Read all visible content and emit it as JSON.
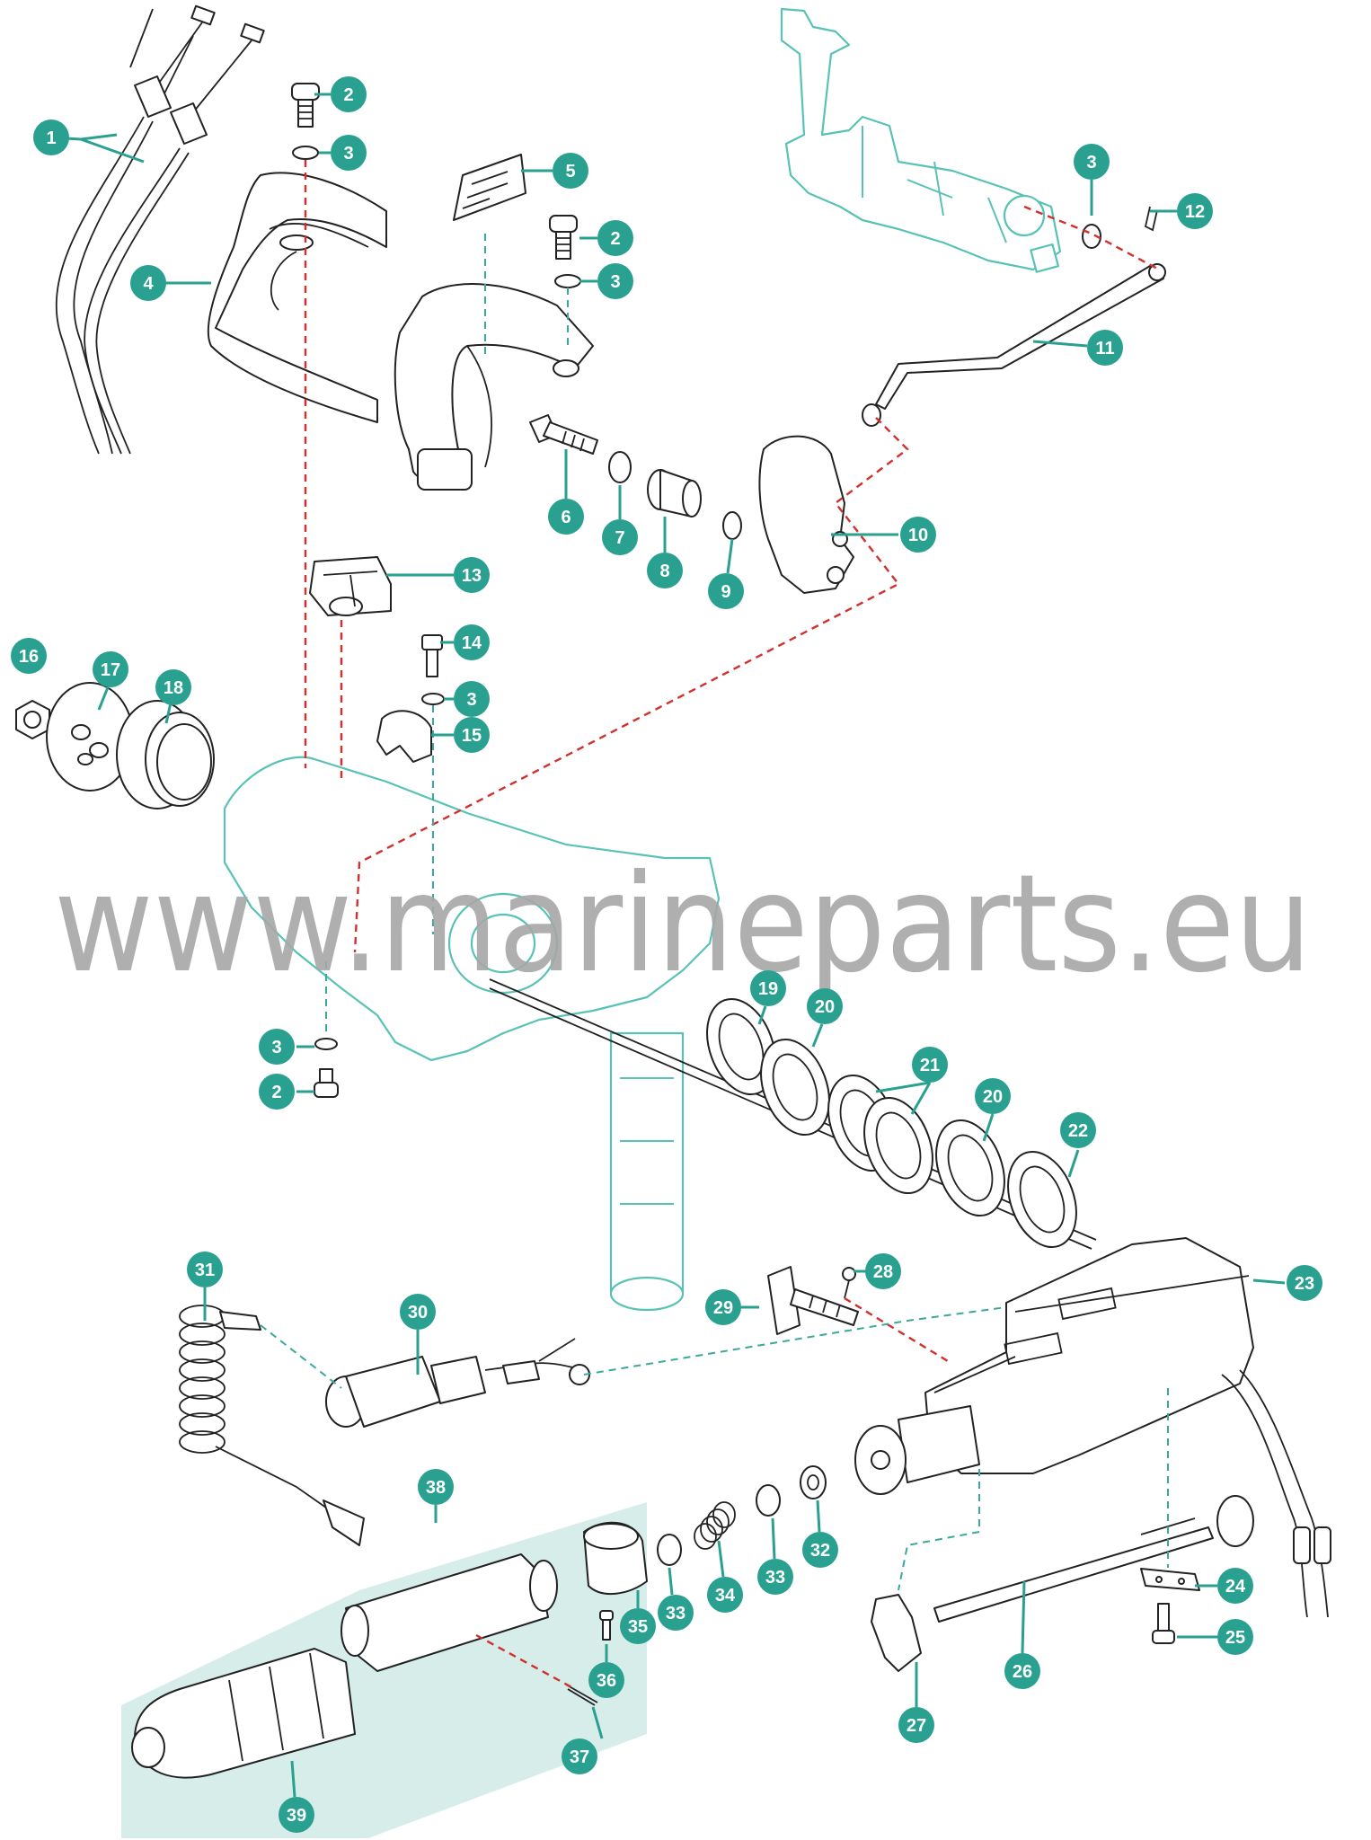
{
  "watermark": "www.marineparts.eu",
  "colors": {
    "accent_teal": "#2aa190",
    "line_teal": "#58c2b5",
    "guide_red": "#d0312d",
    "ink": "#222222",
    "panel": "#d7ede9"
  },
  "callouts": [
    {
      "id": "c1",
      "label": "1"
    },
    {
      "id": "c2a",
      "label": "2"
    },
    {
      "id": "c3a",
      "label": "3"
    },
    {
      "id": "c5",
      "label": "5"
    },
    {
      "id": "c4",
      "label": "4"
    },
    {
      "id": "c2b",
      "label": "2"
    },
    {
      "id": "c3b",
      "label": "3"
    },
    {
      "id": "c3c",
      "label": "3"
    },
    {
      "id": "c12",
      "label": "12"
    },
    {
      "id": "c11",
      "label": "11"
    },
    {
      "id": "c6",
      "label": "6"
    },
    {
      "id": "c7",
      "label": "7"
    },
    {
      "id": "c8",
      "label": "8"
    },
    {
      "id": "c9",
      "label": "9"
    },
    {
      "id": "c10",
      "label": "10"
    },
    {
      "id": "c13",
      "label": "13"
    },
    {
      "id": "c14",
      "label": "14"
    },
    {
      "id": "c3d",
      "label": "3"
    },
    {
      "id": "c15",
      "label": "15"
    },
    {
      "id": "c16",
      "label": "16"
    },
    {
      "id": "c17",
      "label": "17"
    },
    {
      "id": "c18",
      "label": "18"
    },
    {
      "id": "c3e",
      "label": "3"
    },
    {
      "id": "c2c",
      "label": "2"
    },
    {
      "id": "c19",
      "label": "19"
    },
    {
      "id": "c20a",
      "label": "20"
    },
    {
      "id": "c21",
      "label": "21"
    },
    {
      "id": "c20b",
      "label": "20"
    },
    {
      "id": "c22",
      "label": "22"
    },
    {
      "id": "c23",
      "label": "23"
    },
    {
      "id": "c28",
      "label": "28"
    },
    {
      "id": "c29",
      "label": "29"
    },
    {
      "id": "c31",
      "label": "31"
    },
    {
      "id": "c30",
      "label": "30"
    },
    {
      "id": "c38",
      "label": "38"
    },
    {
      "id": "c33a",
      "label": "33"
    },
    {
      "id": "c34",
      "label": "34"
    },
    {
      "id": "c33b",
      "label": "33"
    },
    {
      "id": "c32",
      "label": "32"
    },
    {
      "id": "c35",
      "label": "35"
    },
    {
      "id": "c36",
      "label": "36"
    },
    {
      "id": "c37",
      "label": "37"
    },
    {
      "id": "c39",
      "label": "39"
    },
    {
      "id": "c24",
      "label": "24"
    },
    {
      "id": "c25",
      "label": "25"
    },
    {
      "id": "c26",
      "label": "26"
    },
    {
      "id": "c27",
      "label": "27"
    }
  ]
}
